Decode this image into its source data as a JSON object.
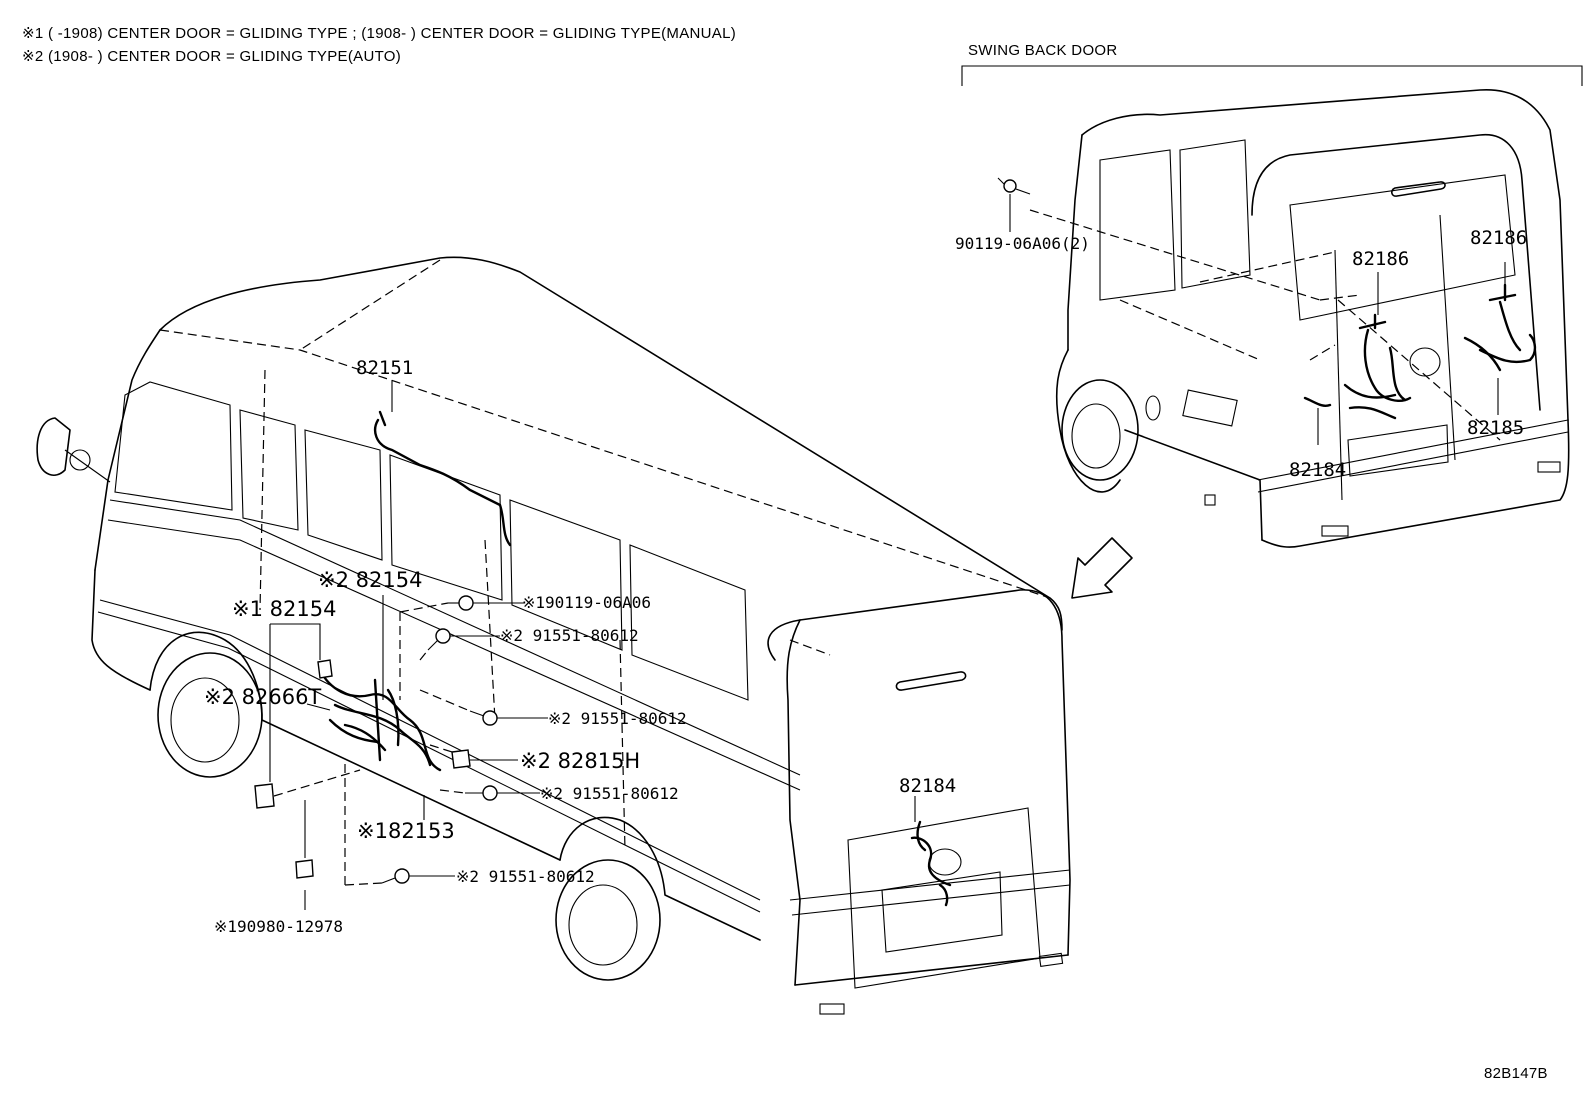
{
  "notes": {
    "line1": "※1 (     -1908) CENTER DOOR = GLIDING TYPE ; (1908-      ) CENTER DOOR = GLIDING TYPE(MANUAL)",
    "line2": "※2 (1908-      ) CENTER DOOR = GLIDING TYPE(AUTO)"
  },
  "inset": {
    "title": "SWING BACK DOOR"
  },
  "labels": {
    "p82151": "82151",
    "p82154_s2": "※2 82154",
    "p82154_s1": "※1 82154",
    "p82666T": "※2 82666T",
    "p90119_06A06": "※190119-06A06",
    "p91551_a": "※2 91551-80612",
    "p91551_b": "※2 91551-80612",
    "p82815H": "※2 82815H",
    "p91551_c": "※2 91551-80612",
    "p82153": "※182153",
    "p91551_d": "※2 91551-80612",
    "p90980": "※190980-12978",
    "p82184_main": "82184",
    "inset_90119": "90119-06A06(2)",
    "inset_82186_a": "82186",
    "inset_82186_b": "82186",
    "inset_82185": "82185",
    "inset_82184": "82184"
  },
  "figure_id": "82B147B"
}
